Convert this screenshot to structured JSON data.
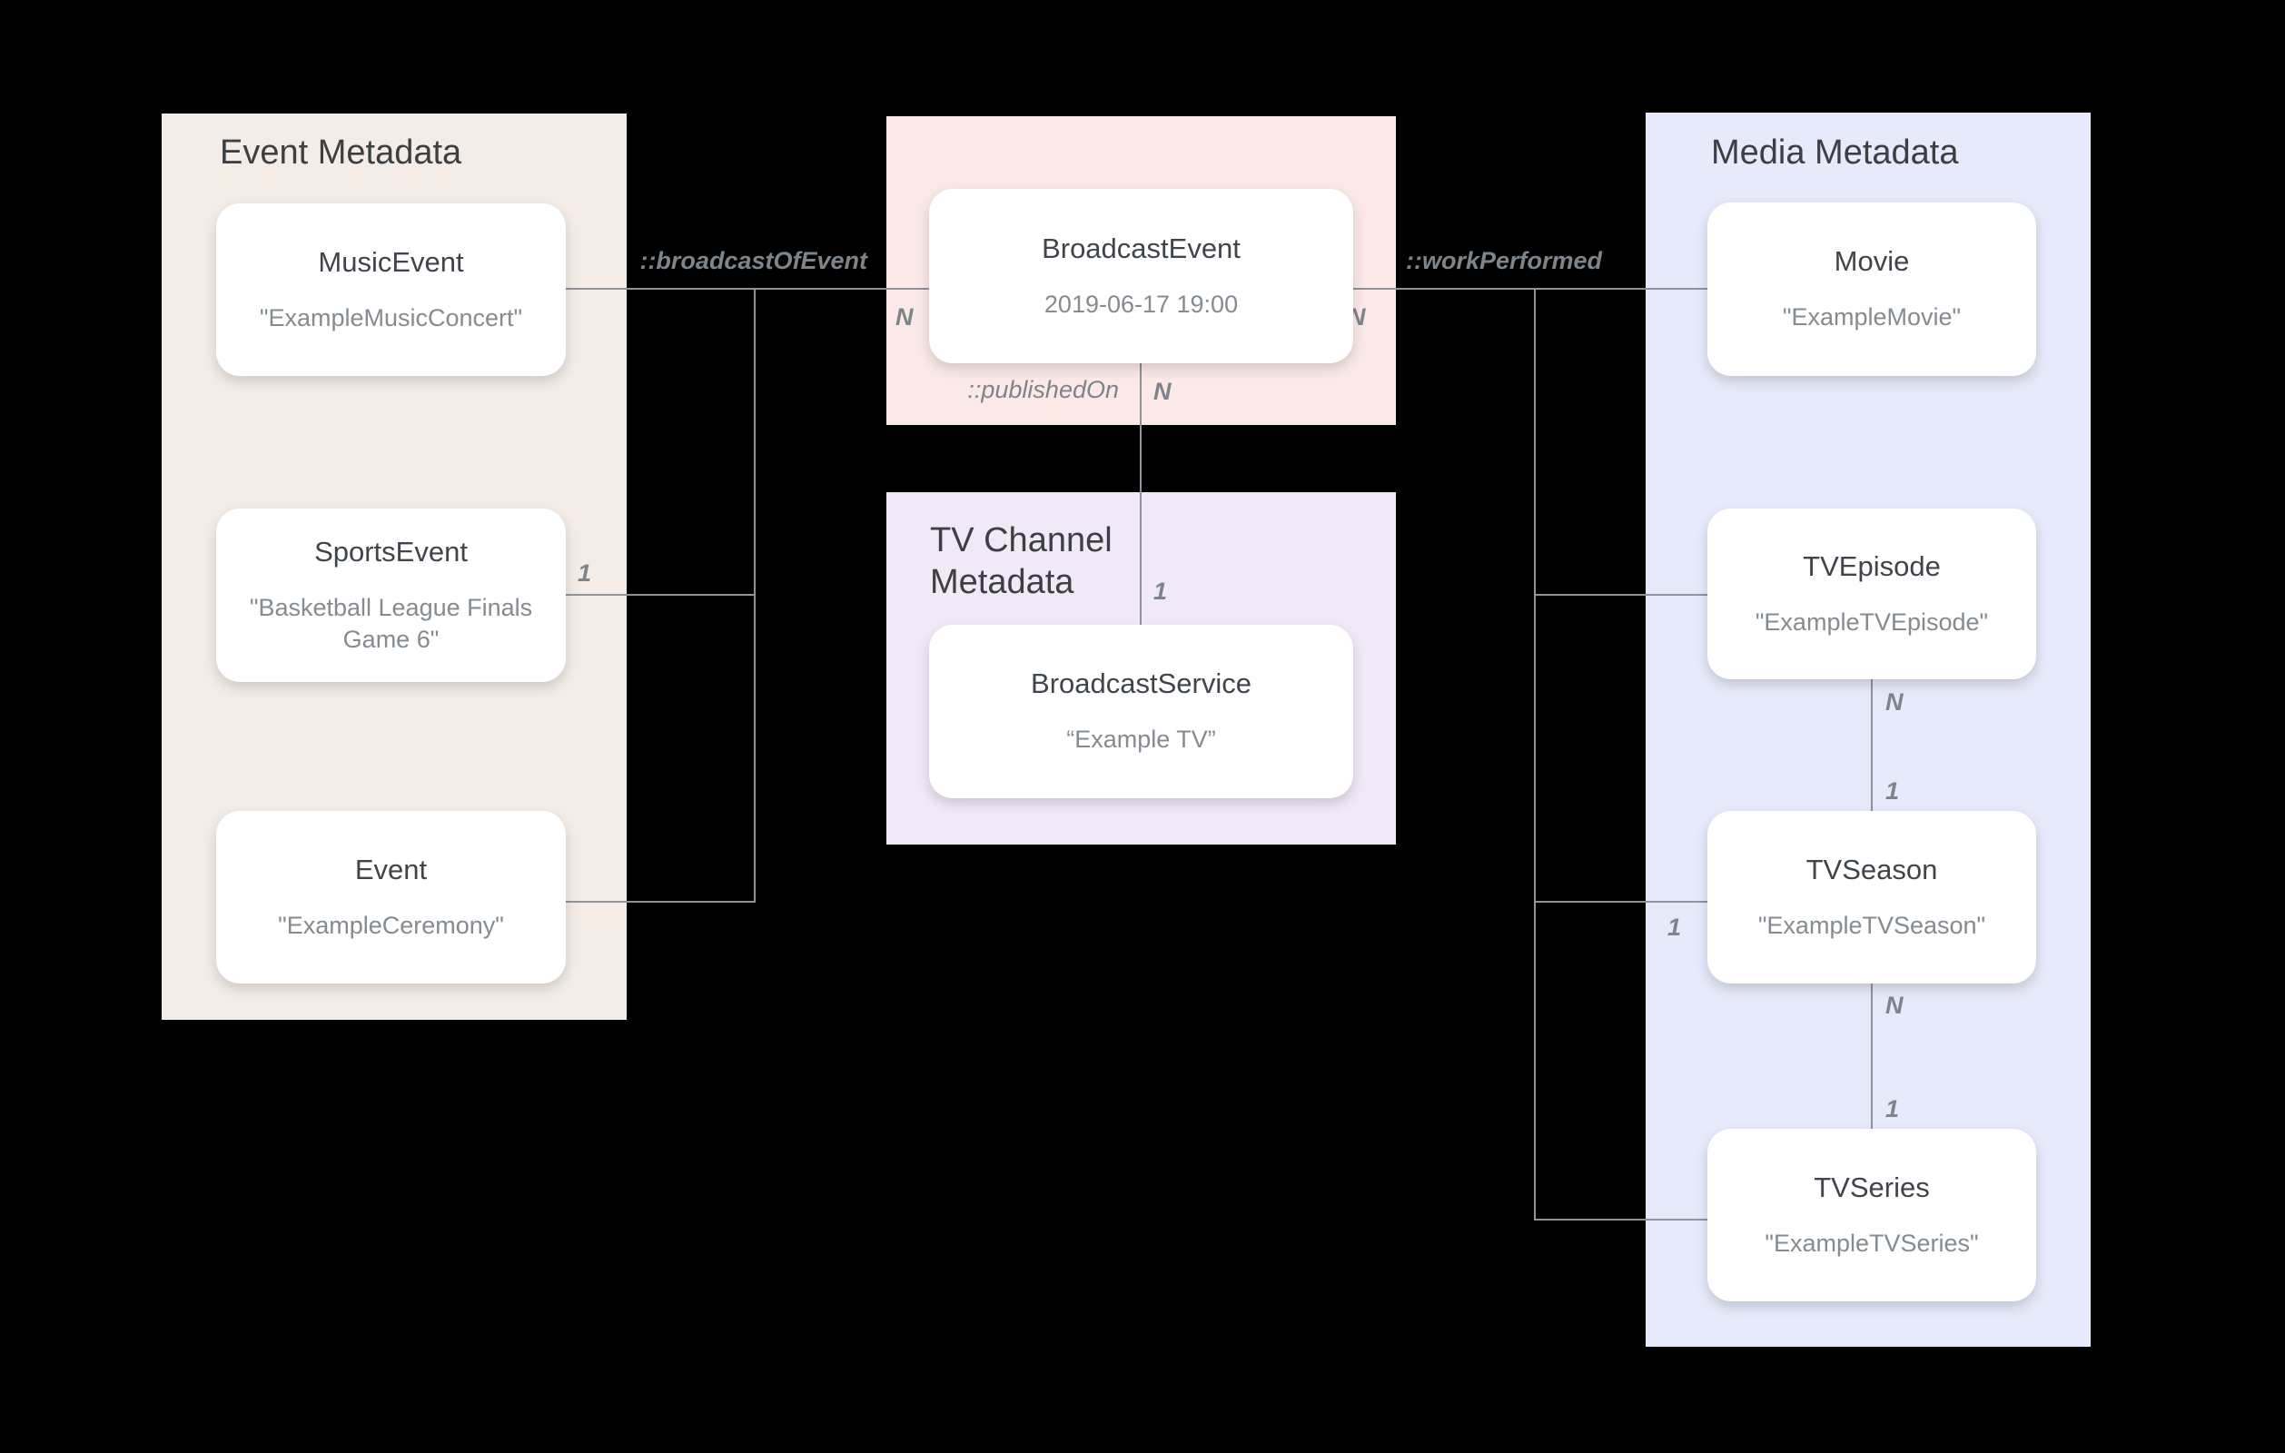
{
  "colors": {
    "background": "#000000",
    "event_panel": "#f4ede7",
    "broadcast_panel": "#fbe9e7",
    "tv_channel_panel": "#f2e9f8",
    "media_panel": "#e6eafa",
    "card": "#ffffff",
    "title_text": "#3c4043",
    "subtitle_text": "#848b91",
    "connector": "#8f9499"
  },
  "panels": {
    "event": {
      "title": "Event Metadata"
    },
    "tv_channel": {
      "title": "TV Channel Metadata"
    },
    "media": {
      "title": "Media Metadata"
    }
  },
  "nodes": {
    "music_event": {
      "type": "MusicEvent",
      "value": "\"ExampleMusicConcert\""
    },
    "sports_event": {
      "type": "SportsEvent",
      "value": "\"Basketball League Finals Game 6\""
    },
    "event": {
      "type": "Event",
      "value": "\"ExampleCeremony\""
    },
    "broadcast_event": {
      "type": "BroadcastEvent",
      "value": "2019-06-17 19:00"
    },
    "broadcast_service": {
      "type": "BroadcastService",
      "value": "“Example TV”"
    },
    "movie": {
      "type": "Movie",
      "value": "\"ExampleMovie\""
    },
    "tv_episode": {
      "type": "TVEpisode",
      "value": "\"ExampleTVEpisode\""
    },
    "tv_season": {
      "type": "TVSeason",
      "value": "\"ExampleTVSeason\""
    },
    "tv_series": {
      "type": "TVSeries",
      "value": "\"ExampleTVSeries\""
    }
  },
  "edge_labels": {
    "broadcast_of_event": "::broadcastOfEvent",
    "work_performed": "::workPerformed",
    "published_on": "::publishedOn"
  },
  "cardinalities": {
    "broadcast_left_n": "N",
    "sports_one": "1",
    "work_right_n": "N",
    "published_n": "N",
    "published_one": "1",
    "episode_n": "N",
    "season_top_one": "1",
    "season_left_one": "1",
    "season_bottom_n": "N",
    "series_one": "1"
  },
  "relationships": [
    {
      "label": "::broadcastOfEvent",
      "from": [
        "MusicEvent",
        "SportsEvent",
        "Event"
      ],
      "from_cardinality": "1",
      "to": "BroadcastEvent",
      "to_cardinality": "N"
    },
    {
      "label": "::publishedOn",
      "from": "BroadcastEvent",
      "from_cardinality": "N",
      "to": "BroadcastService",
      "to_cardinality": "1"
    },
    {
      "label": "::workPerformed",
      "from": "BroadcastEvent",
      "from_cardinality": "N",
      "to": [
        "Movie",
        "TVEpisode",
        "TVSeason",
        "TVSeries"
      ],
      "to_cardinality": "1"
    },
    {
      "label": "",
      "from": "TVEpisode",
      "from_cardinality": "N",
      "to": "TVSeason",
      "to_cardinality": "1"
    },
    {
      "label": "",
      "from": "TVSeason",
      "from_cardinality": "N",
      "to": "TVSeries",
      "to_cardinality": "1"
    }
  ]
}
